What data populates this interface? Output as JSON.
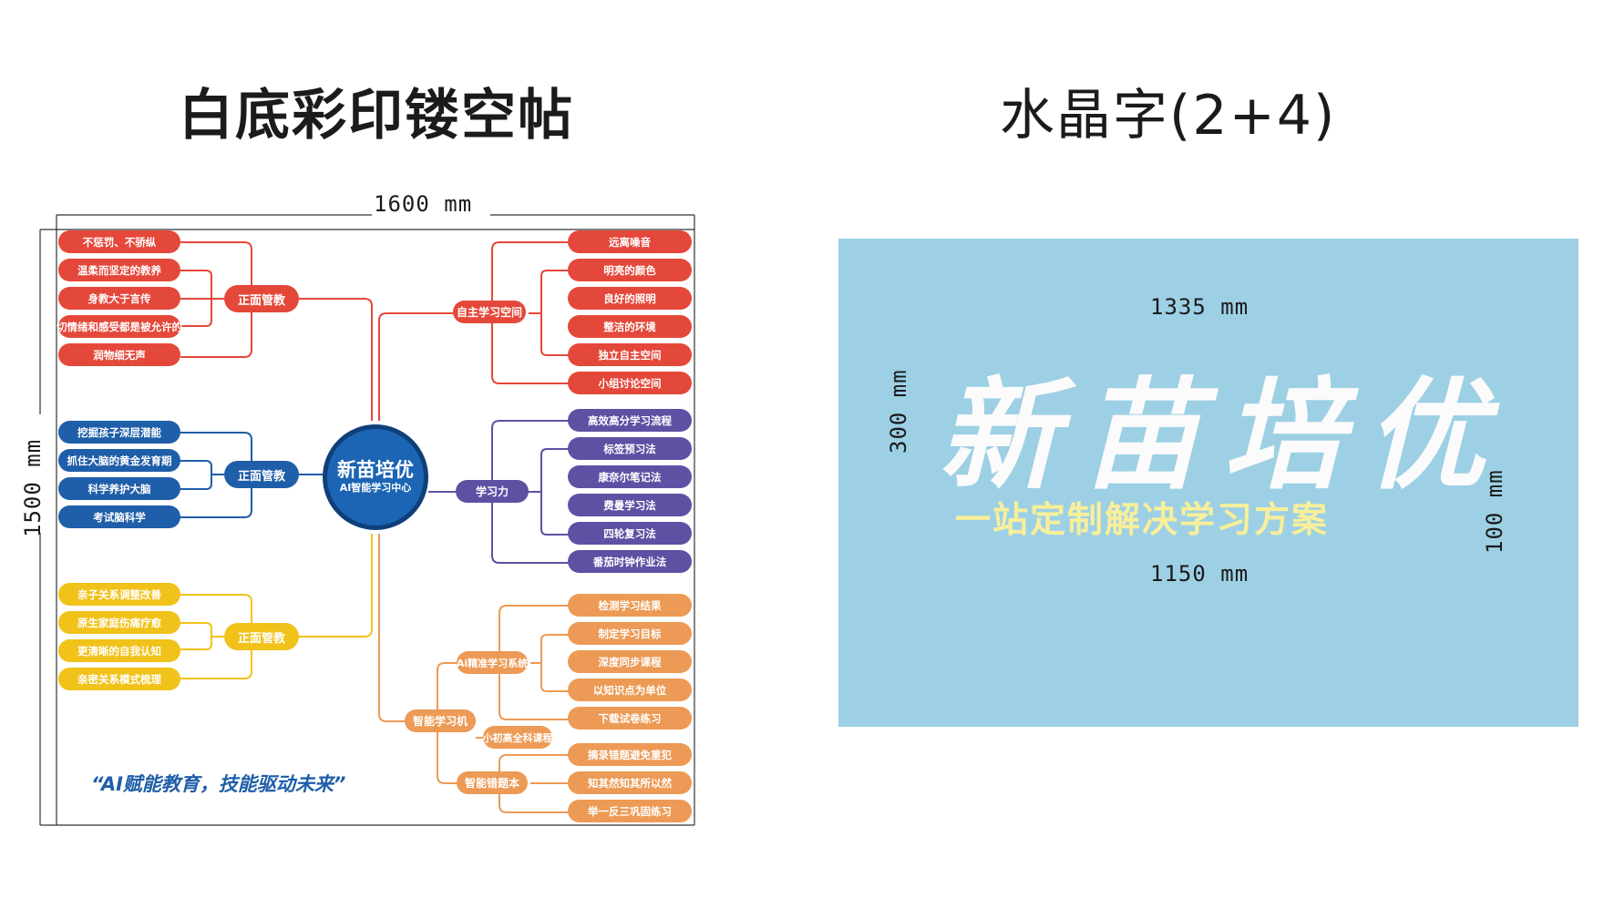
{
  "titles": {
    "left": "白底彩印镂空帖",
    "right": "水晶字(2+4)"
  },
  "mindmap": {
    "width_label": "1600 mm",
    "height_label": "1500 mm",
    "center": {
      "title": "新苗培优",
      "subtitle": "AI智能学习中心"
    },
    "slogan": "“AI赋能教育，技能驱动未来”",
    "left_groups": [
      {
        "hub": "正面管教",
        "items": [
          "不惩罚、不骄纵",
          "温柔而坚定的教养",
          "身教大于言传",
          "切情绪和感受都是被允许的",
          "润物细无声"
        ]
      },
      {
        "hub": "正面管教",
        "items": [
          "挖掘孩子深层潜能",
          "抓住大脑的黄金发育期",
          "科学养护大脑",
          "考试脑科学"
        ]
      },
      {
        "hub": "正面管教",
        "items": [
          "亲子关系调整改善",
          "原生家庭伤痛疗愈",
          "更清晰的自我认知",
          "亲密关系模式梳理"
        ]
      }
    ],
    "right_groups": [
      {
        "hub": "自主学习空间",
        "items": [
          "远离噪音",
          "明亮的颜色",
          "良好的照明",
          "整洁的环境",
          "独立自主空间",
          "小组讨论空间"
        ]
      },
      {
        "hub": "学习力",
        "items": [
          "高效高分学习流程",
          "标签预习法",
          "康奈尔笔记法",
          "费曼学习法",
          "四轮复习法",
          "番茄时钟作业法"
        ]
      }
    ],
    "smart": {
      "hub": "智能学习机",
      "ai_system": {
        "label": "Ai精准学习系统",
        "items": [
          "检测学习结果",
          "制定学习目标",
          "深度同步课程",
          "以知识点为单位",
          "下载试卷练习"
        ]
      },
      "course": "小初高全科课程",
      "mistake_book": {
        "label": "智能错题本",
        "items": [
          "摘录错题避免重犯",
          "知其然知其所以然",
          "举一反三巩固练习"
        ]
      }
    }
  },
  "crystal": {
    "main_text": "新苗培优",
    "sub_text": "一站定制解决学习方案",
    "dim_top": "1335 mm",
    "dim_left": "300 mm",
    "dim_bottom": "1150 mm",
    "dim_right": "100 mm"
  },
  "colors": {
    "red": "#e4483a",
    "blue": "#1f5ea8",
    "yellow": "#f1c21a",
    "purple": "#6050a3",
    "orange": "#ec9a55",
    "crystal_bg": "#9dd0e4"
  }
}
